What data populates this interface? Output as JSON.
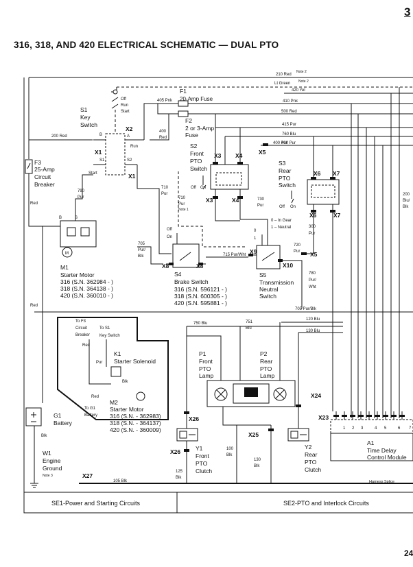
{
  "page_number": "3",
  "footer_number": "24",
  "title": "316, 318, AND 420 ELECTRICAL SCHEMATIC — DUAL PTO",
  "wires_top": {
    "w210": "210 Red",
    "w210_note": "Note 2",
    "lt_green": "Lt Green",
    "lt_green_note": "Note 2",
    "w420": "420 Yel",
    "w405": "405 Pnk",
    "w410": "410 Pnk",
    "w500": "500 Red",
    "w415": "415 Pur",
    "w760": "760 Blu",
    "w400": "400 Pur",
    "w200": "200 Red",
    "w400red": "400 Red"
  },
  "components": {
    "s1": {
      "name": "S1",
      "l1": "Key",
      "l2": "Switch",
      "off": "Off",
      "run": "Run",
      "start": "Start",
      "b": "B",
      "a": "A",
      "s1": "S1",
      "s2": "S2",
      "run2": "Run",
      "start2": "Start"
    },
    "f1": {
      "name": "F1",
      "desc": "20-Amp Fuse"
    },
    "f2": {
      "name": "F2",
      "l1": "2 or 3-Amp",
      "l2": "Fuse"
    },
    "f3": {
      "name": "F3",
      "l1": "25-Amp",
      "l2": "Circuit",
      "l3": "Breaker"
    },
    "s2": {
      "name": "S2",
      "l1": "Front",
      "l2": "PTO",
      "l3": "Switch",
      "off": "Off",
      "on": "On"
    },
    "s3": {
      "name": "S3",
      "l1": "Rear",
      "l2": "PTO",
      "l3": "Switch",
      "off": "Off",
      "on": "On"
    },
    "s4": {
      "name": "S4",
      "l1": "Brake Switch",
      "l2": "316 (S.N. 596121 - )",
      "l3": "318 (S.N. 600305 - )",
      "l4": "420 (S.N. 595881 - )",
      "off": "Off",
      "on": "On"
    },
    "s5": {
      "name": "S5",
      "l1": "Transmission",
      "l2": "Neutral",
      "l3": "Switch",
      "in_gear": "0 – In Gear",
      "neutral": "1 – Neutral",
      "zero": "0",
      "one": "1"
    },
    "m1": {
      "name": "M1",
      "l1": "Starter Motor",
      "l2": "316 (S.N. 362984 - )",
      "l3": "318 (S.N. 364138 - )",
      "l4": "420 (S.N. 360010 - )",
      "b": "B",
      "s": "S",
      "m": "M"
    },
    "m2": {
      "name": "M2",
      "l1": "Starter Motor",
      "l2": "316 (S.N. - 362983)",
      "l3": "318 (S.N. - 364137)",
      "l4": "420 (S.N. - 360009)"
    },
    "k1": {
      "name": "K1",
      "desc": "Starter Solenoid",
      "to_f3": "To F3",
      "circuit": "Circuit",
      "breaker": "Breaker",
      "to_s1": "To S1",
      "keyswitch": "Key Switch",
      "red": "Red",
      "pur": "Pur",
      "blk": "Blk",
      "red2": "Red",
      "to_g1": "To G1",
      "battery": "Battery"
    },
    "g1": {
      "name": "G1",
      "desc": "Battery",
      "blk": "Blk"
    },
    "w1": {
      "name": "W1",
      "l1": "Engine",
      "l2": "Ground",
      "note": "Note 3"
    },
    "p1": {
      "name": "P1",
      "l1": "Front",
      "l2": "PTO",
      "l3": "Lamp"
    },
    "p2": {
      "name": "P2",
      "l1": "Rear",
      "l2": "PTO",
      "l3": "Lamp"
    },
    "y1": {
      "name": "Y1",
      "l1": "Front",
      "l2": "PTO",
      "l3": "Clutch"
    },
    "y2": {
      "name": "Y2",
      "l1": "Rear",
      "l2": "PTO",
      "l3": "Clutch"
    },
    "a1": {
      "name": "A1",
      "l1": "Time Delay",
      "l2": "Control Module",
      "pins": [
        "1",
        "2",
        "3",
        "4",
        "5",
        "6",
        "7"
      ]
    }
  },
  "connectors": {
    "x1": "X1",
    "x1b": "X1",
    "x2": "X2",
    "x3": "X3",
    "x3b": "X3",
    "x4": "X4",
    "x4b": "X4",
    "x5": "X5",
    "x5b": "X5",
    "x6": "X6",
    "x6b": "X6",
    "x7": "X7",
    "x7b": "X7",
    "x8": "X8",
    "x8b": "X8",
    "x9": "X9",
    "x10": "X10",
    "x23": "X23",
    "x24": "X24",
    "x25": "X25",
    "x26": "X26",
    "x26b": "X26",
    "x27": "X27"
  },
  "wire_labels": {
    "w790": "790",
    "w790c": "Pur",
    "red": "Red",
    "red2": "Red",
    "w400a": "400",
    "w400b": "Red",
    "w710": "710",
    "w710b": "Pur",
    "w710c": "710",
    "w710d": "Pur",
    "w710e": "Note 1",
    "w730": "730",
    "w730b": "Pur",
    "w705": "705",
    "w705b": "Pur/",
    "w705c": "Blk",
    "w715": "715 Pur/Wht",
    "w300": "300",
    "w300b": "Pur",
    "w720": "720",
    "w720b": "Pur",
    "w780": "780",
    "w780b": "Pur/",
    "w780c": "Wht",
    "w705pb": "705 Pur/Blk",
    "w750": "750 Blu",
    "w751": "751",
    "w751b": "Blu",
    "w120": "120 Blu",
    "w130": "130 Blu",
    "w200r": "200",
    "w200rb": "Blu/",
    "w200rc": "Blk",
    "w100": "100",
    "w100b": "Blk",
    "w130b": "130",
    "w130c": "Blk",
    "w125": "125",
    "w125b": "Blk",
    "w105": "105 Blk",
    "harness": "Harness Splice"
  },
  "sections": {
    "se1": "SE1-Power and Starting Circuits",
    "se2": "SE2-PTO and Interlock Circuits"
  }
}
